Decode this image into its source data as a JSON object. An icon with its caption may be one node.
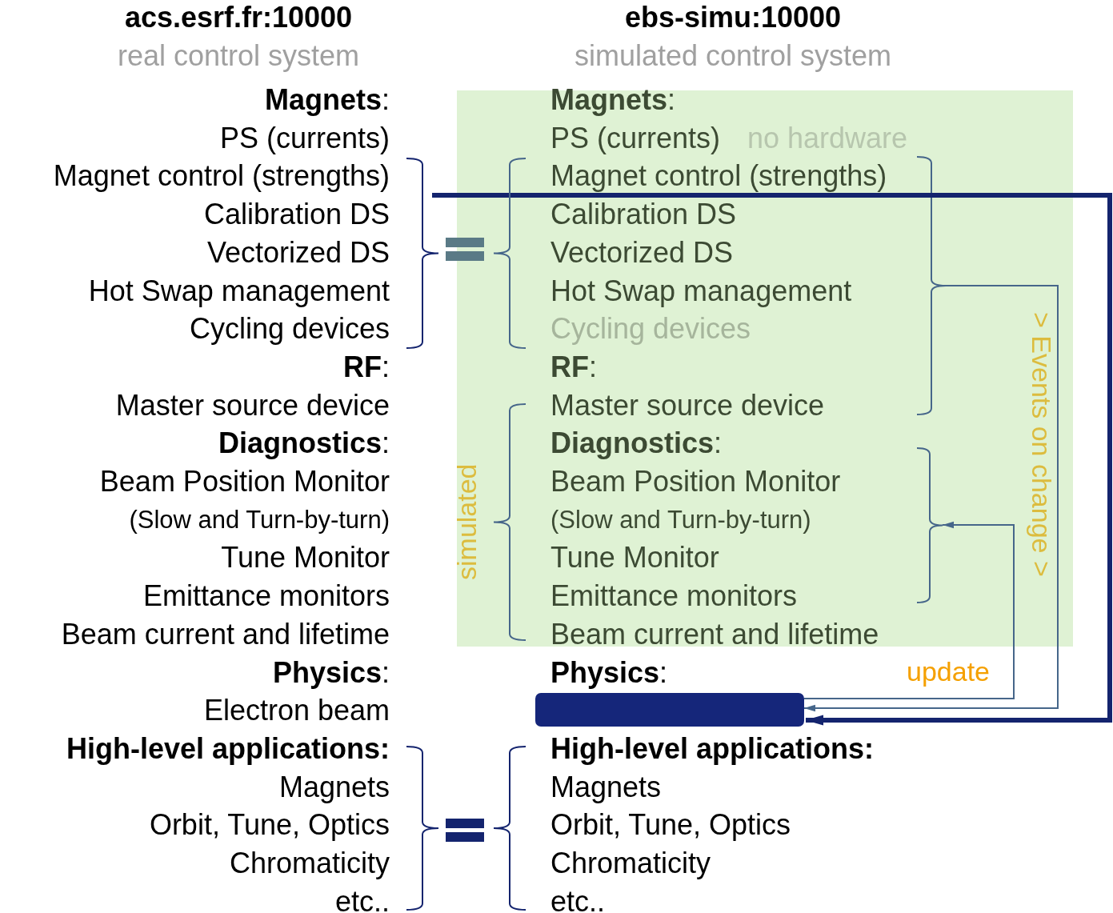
{
  "diagram": {
    "nodes": [
      {
        "text": [
          "simulated"
        ]
      },
      {
        "text": [],
        "shape": "bracket",
        "in": 0
      },
      {
        "text": [],
        "shape": "bracket",
        "in": 0
      },
      {
        "text": [],
        "shape": "box"
      }
    ],
    "edges": [
      {
        "from": null,
        "to": 3,
        "arrow": "to",
        "style": "thick",
        "color": "#14246e"
      },
      {
        "from": 1,
        "to": 3,
        "arrow": "to",
        "label": "> Events on change >"
      },
      {
        "from": 3,
        "to": 2,
        "arrow": "to",
        "label": "update"
      }
    ],
    "labels": [
      "acs.esrf.fr:10000",
      "ebs-simu:10000",
      "real control system",
      "simulated control system",
      "**Magnets**:",
      "**Magnets**:",
      "PS (currents)",
      "PS (currents)",
      "no hardware",
      "Magnet control (strengths)",
      "Magnet control (strengths)",
      "Calibration DS",
      "Calibration DS",
      "Vectorized DS",
      "Vectorized DS",
      "Hot Swap management",
      "Hot Swap management",
      "Cycling devices",
      "Cycling devices",
      "**RF**:",
      "**RF**:",
      "Master source device",
      "Master source device",
      "**Diagnostics**:",
      "**Diagnostics**:",
      "Beam Position Monitor",
      "Beam Position Monitor",
      "(Slow and Turn-by-turn)",
      "(Slow and Turn-by-turn)",
      "Tune Monitor",
      "Tune Monitor",
      "Emittance monitors",
      "Emittance monitors",
      "Beam current and lifetime",
      "Beam current and lifetime",
      "**Physics**:",
      "**Physics**:",
      "Electron beam",
      "High-level applications:",
      "High-level applications:",
      "Magnets",
      "Magnets",
      "Orbit, Tune, Optics",
      "Orbit, Tune, Optics",
      "Chromaticity",
      "Chromaticity",
      "etc..",
      "etc.."
    ]
  }
}
